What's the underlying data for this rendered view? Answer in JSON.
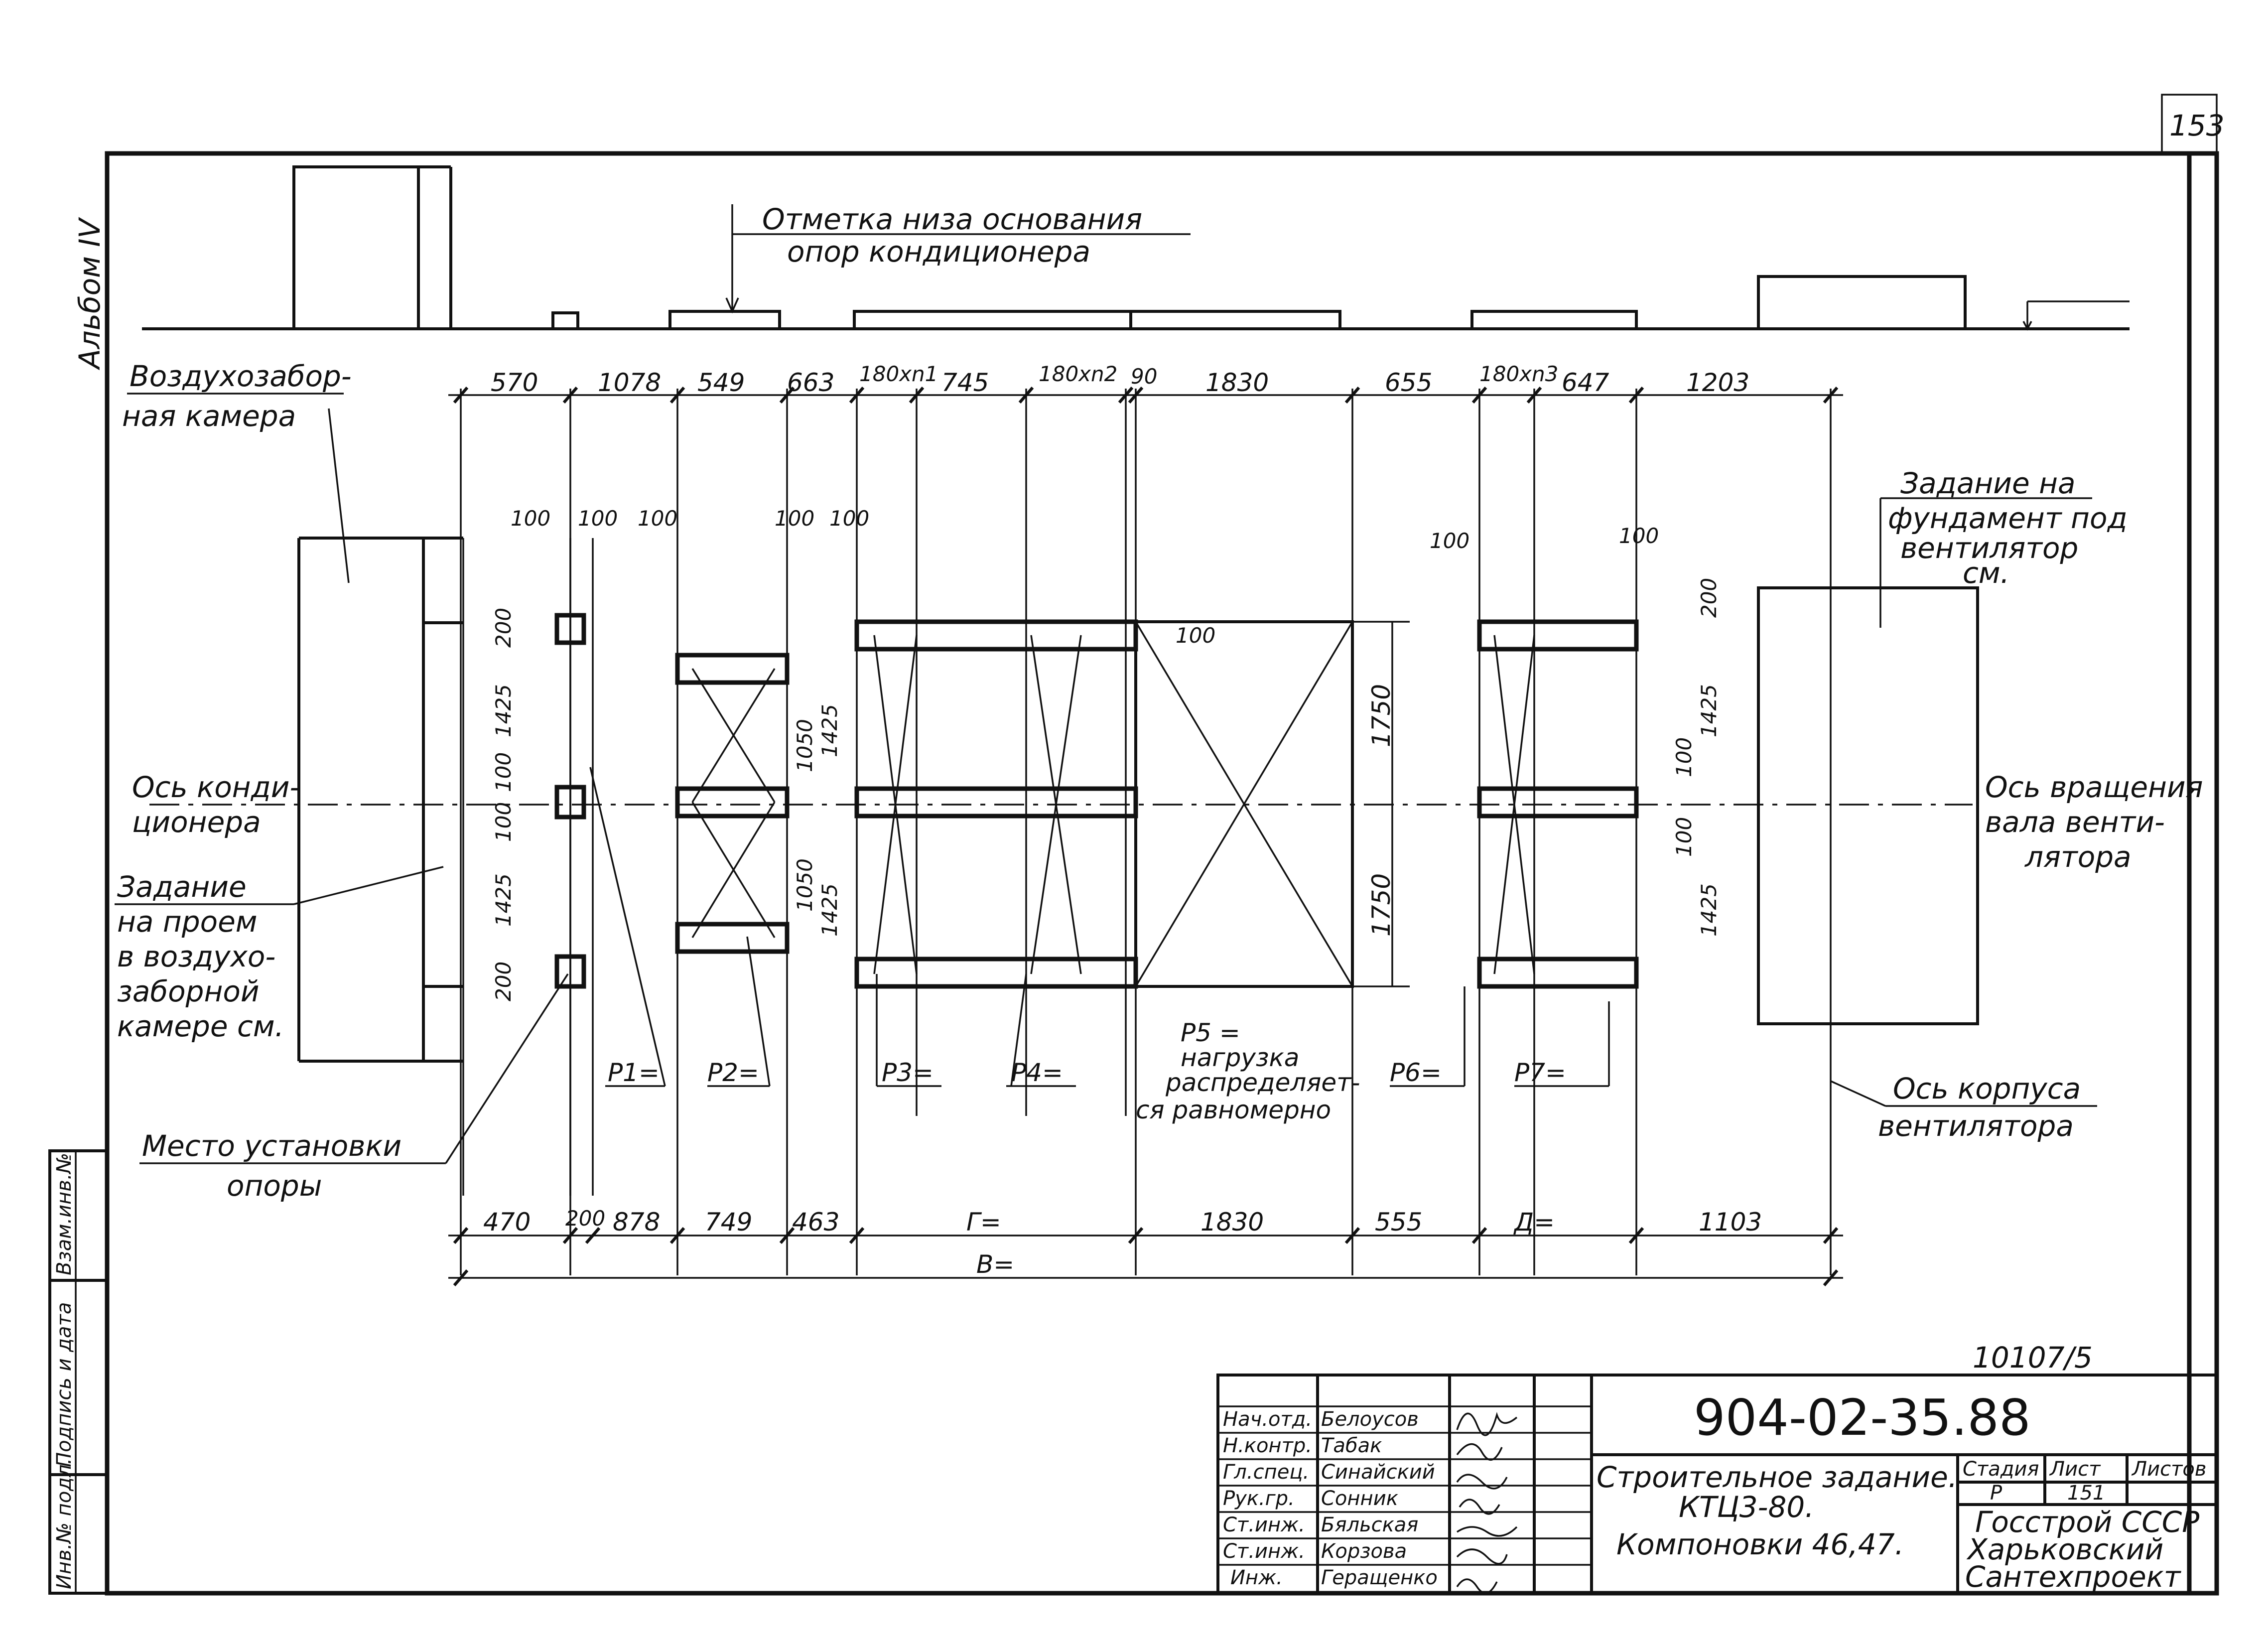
{
  "page_number": "153",
  "album": "Альбом IV",
  "labels": {
    "top_mark_1": "Отметка низа основания",
    "top_mark_2": "опор кондиционера",
    "intake_1": "Воздухозабор-",
    "intake_2": "ная камера",
    "axis_cond_1": "Ось конди-",
    "axis_cond_2": "ционера",
    "opening_1": "Задание",
    "opening_2": "на проем",
    "opening_3": "в воздухо-",
    "opening_4": "заборной",
    "opening_5": "камере см.",
    "support_1": "Место установки",
    "support_2": "опоры",
    "fan_task_1": "Задание на",
    "fan_task_2": "фундамент под",
    "fan_task_3": "вентилятор",
    "fan_task_4": "см.",
    "axis_shaft_1": "Ось вращения",
    "axis_shaft_2": "вала венти-",
    "axis_shaft_3": "лятора",
    "axis_body_1": "Ось корпуса",
    "axis_body_2": "вентилятора",
    "p1": "P1=",
    "p2": "P2=",
    "p3": "P3=",
    "p4": "P4=",
    "p5_1": "P5 =",
    "p5_2": "нагрузка",
    "p5_3": "распределяет-",
    "p5_4": "ся равномерно",
    "p6": "P6=",
    "p7": "P7="
  },
  "dims_top": [
    "570",
    "1078",
    "549",
    "663",
    "180xn1",
    "745",
    "180xn2",
    "90",
    "1830",
    "655",
    "180xn3",
    "647",
    "1203"
  ],
  "dims_bottom": [
    "470",
    "200",
    "878",
    "749",
    "463",
    "Г=",
    "1830",
    "555",
    "Д=",
    "1103"
  ],
  "dim_total": "В=",
  "dims_small": {
    "d100": "100",
    "d200": "200",
    "d1425": "1425",
    "d1050": "1050",
    "d1750": "1750"
  },
  "title_block": {
    "doc_ref": "10107/5",
    "code": "904-02-35.88",
    "description_1": "Строительное задание.",
    "description_2": "КТЦ3-80.",
    "description_3": "Компоновки 46,47.",
    "stage_h": "Стадия",
    "sheet_h": "Лист",
    "sheets_h": "Листов",
    "stage": "Р",
    "sheet": "151",
    "org_1": "Госстрой СССР",
    "org_2": "Харьковский",
    "org_3": "Сантехпроект",
    "roles": [
      "Нач.отд.",
      "Н.контр.",
      "Гл.спец.",
      "Рук.гр.",
      "Ст.инж.",
      "Ст.инж.",
      "Инж."
    ],
    "names": [
      "Белоусов",
      "Табак",
      "Синайский",
      "Сонник",
      "Бяльская",
      "Корзова",
      "Геращенко"
    ]
  },
  "side_stamp": [
    "Инв.№ подл.",
    "Подпись и дата",
    "Взам.инв.№"
  ]
}
